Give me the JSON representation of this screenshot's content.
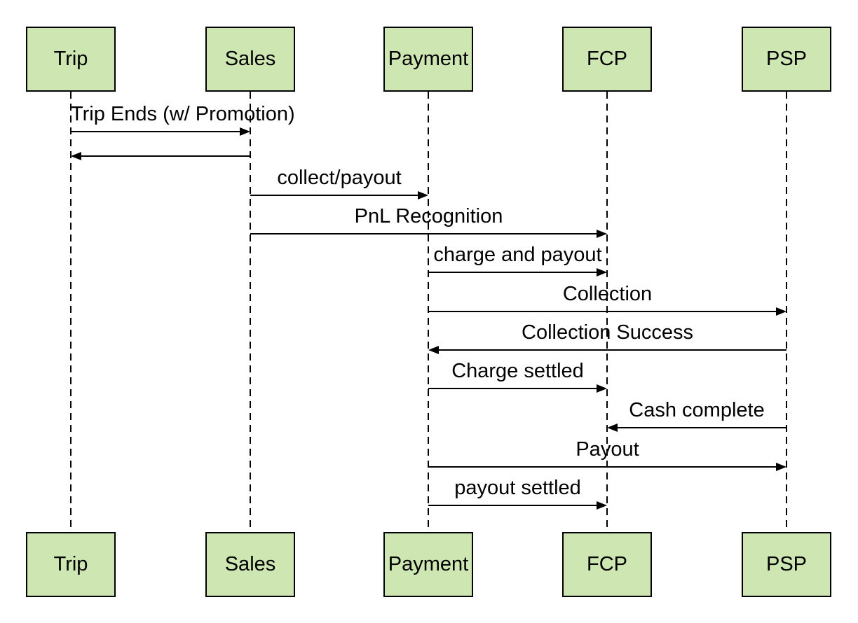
{
  "diagram": {
    "type": "sequence-diagram",
    "actors": [
      "Trip",
      "Sales",
      "Payment",
      "FCP",
      "PSP"
    ],
    "messages": [
      {
        "from": "Trip",
        "to": "Sales",
        "label": "Trip Ends (w/ Promotion)"
      },
      {
        "from": "Sales",
        "to": "Trip",
        "label": ""
      },
      {
        "from": "Sales",
        "to": "Payment",
        "label": "collect/payout"
      },
      {
        "from": "Sales",
        "to": "FCP",
        "label": "PnL Recognition"
      },
      {
        "from": "Payment",
        "to": "FCP",
        "label": "charge and payout"
      },
      {
        "from": "Payment",
        "to": "PSP",
        "label": "Collection"
      },
      {
        "from": "PSP",
        "to": "Payment",
        "label": "Collection Success"
      },
      {
        "from": "Payment",
        "to": "FCP",
        "label": "Charge settled"
      },
      {
        "from": "PSP",
        "to": "FCP",
        "label": "Cash complete"
      },
      {
        "from": "Payment",
        "to": "PSP",
        "label": "Payout"
      },
      {
        "from": "Payment",
        "to": "FCP",
        "label": "payout settled"
      }
    ],
    "colors": {
      "actor_fill": "#cde6b2",
      "actor_border": "#000000",
      "line": "#000000",
      "text": "#000000",
      "background": "#ffffff"
    }
  }
}
